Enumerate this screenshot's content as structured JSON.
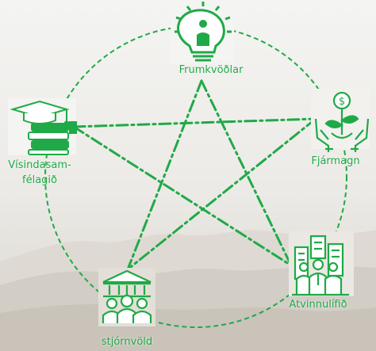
{
  "colors": {
    "accent": "#1faa47",
    "sky_top": "#f3f3f1",
    "sky_bottom": "#d9d6d0",
    "mountain_far": "#cfcbc4",
    "mountain_mid": "#c4bfb6",
    "mountain_near": "#b8b2a8"
  },
  "nodes": {
    "innovators": {
      "label": "Frumkvöðlar",
      "icon": "lightbulb-person-icon"
    },
    "finance": {
      "label": "Fjármagn",
      "icon": "money-plant-hands-icon"
    },
    "industry": {
      "label": "Atvinnulífið",
      "icon": "business-people-buildings-icon"
    },
    "government": {
      "label": "stjórnvöld",
      "icon": "government-building-people-icon"
    },
    "academia": {
      "label_line1": "Vísindasam-",
      "label_line2": "félagið",
      "icon": "books-graduation-cap-icon"
    }
  }
}
